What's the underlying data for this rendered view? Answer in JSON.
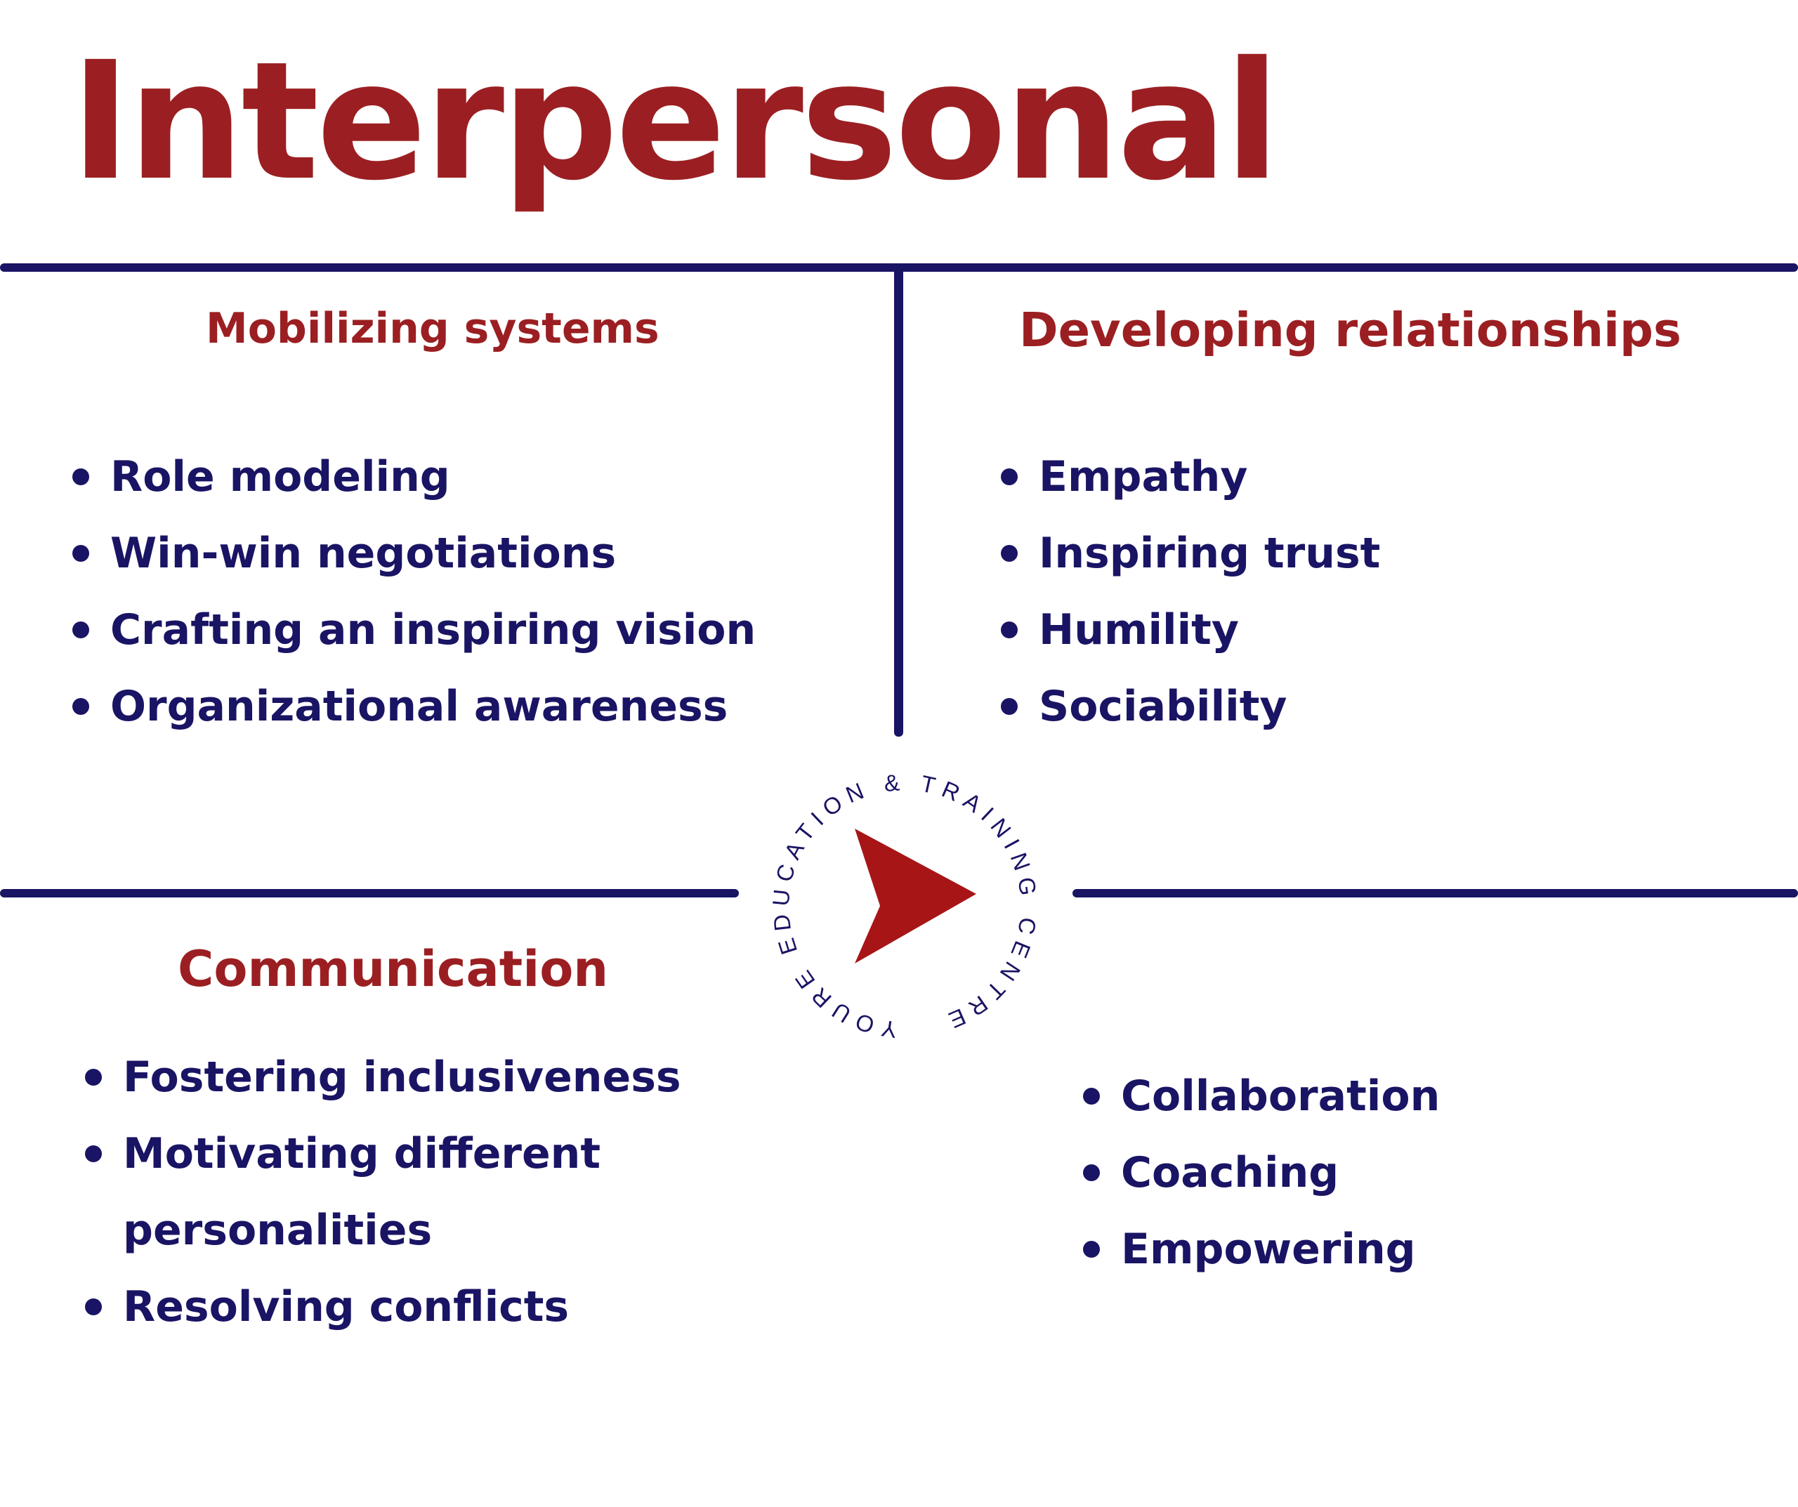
{
  "title": "Interpersonal",
  "colors": {
    "heading_red": "#9b1f22",
    "navy": "#1a1464"
  },
  "quadrants": [
    {
      "heading": "Mobilizing systems",
      "items": [
        "Role modeling",
        "Win-win negotiations",
        "Crafting an inspiring vision",
        "Organizational awareness"
      ]
    },
    {
      "heading": "Developing relationships",
      "items": [
        "Empathy",
        "Inspiring trust",
        "Humility",
        "Sociability"
      ]
    },
    {
      "heading": "Communication",
      "items": [
        "Fostering inclusiveness",
        "Motivating different",
        "personalities",
        "Resolving conflicts"
      ]
    },
    {
      "heading": "",
      "items": [
        "Collaboration",
        "Coaching",
        "Empowering"
      ]
    }
  ],
  "logo": {
    "ring_text": "YOURE EDUCATION & TRAINING CENTRE",
    "icon": "red-arrow-pointer-icon"
  }
}
